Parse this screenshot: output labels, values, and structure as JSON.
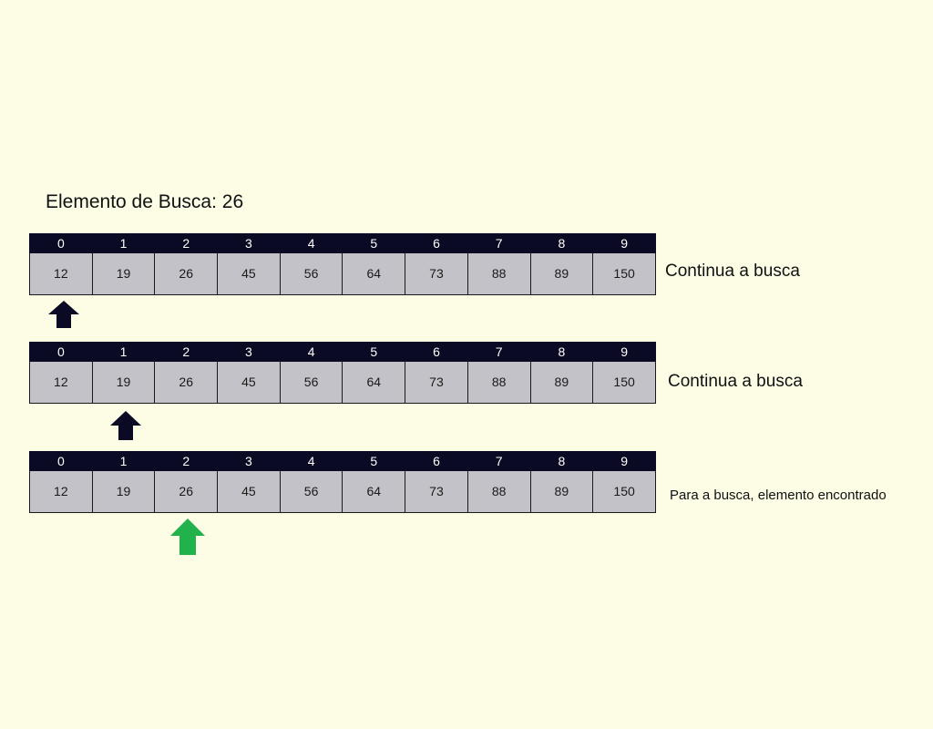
{
  "search_label": "Elemento de Busca: 26",
  "indices": [
    "0",
    "1",
    "2",
    "3",
    "4",
    "5",
    "6",
    "7",
    "8",
    "9"
  ],
  "values": [
    "12",
    "19",
    "26",
    "45",
    "56",
    "64",
    "73",
    "88",
    "89",
    "150"
  ],
  "steps": [
    {
      "status": "Continua a busca",
      "pointer_index": 0,
      "pointer_color": "#0a0a24"
    },
    {
      "status": "Continua a busca",
      "pointer_index": 1,
      "pointer_color": "#0a0a24"
    },
    {
      "status": "Para a busca, elemento encontrado",
      "pointer_index": 2,
      "pointer_color": "#22b24c"
    }
  ],
  "colors": {
    "background": "#fdfde6",
    "header": "#0a0a24",
    "cell": "#c2c2c8",
    "found_arrow": "#22b24c",
    "search_arrow": "#0a0a24"
  }
}
